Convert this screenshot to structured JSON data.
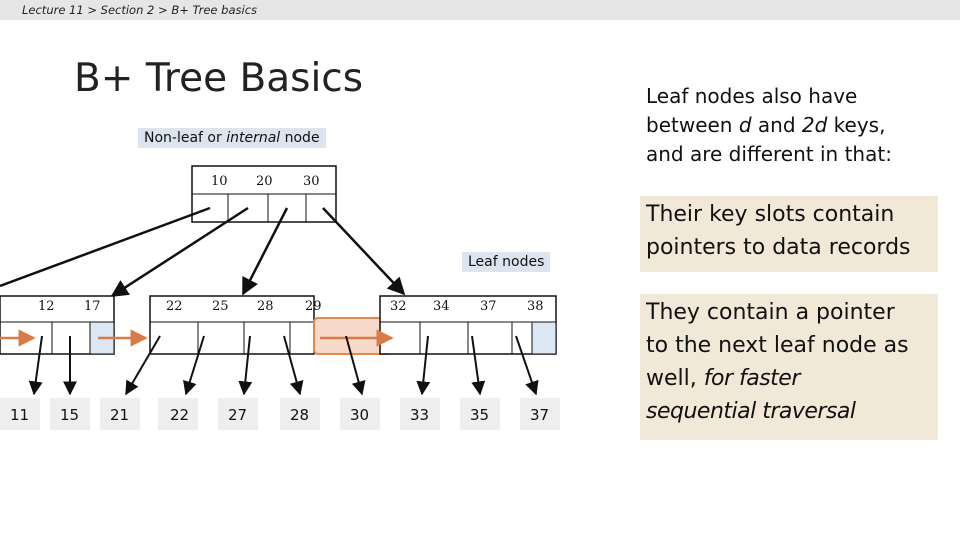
{
  "breadcrumb": {
    "lecture": "Lecture 11",
    "section": "Section 2",
    "topic": "B+ Tree basics",
    "separator": ">"
  },
  "title": "B+ Tree Basics",
  "labels": {
    "internal_prefix": "Non-leaf or ",
    "internal_italic": "internal",
    "internal_suffix": " node",
    "leaf": "Leaf nodes"
  },
  "note": {
    "line1": "Leaf nodes also have",
    "line2_a": "between ",
    "line2_d": "d",
    "line2_b": " and ",
    "line2_2d": "2d",
    "line2_c": " keys,",
    "line3": "and are different in that:"
  },
  "box1": {
    "line1": "Their key slots contain",
    "line2": "pointers to data records"
  },
  "box2": {
    "line1": "They contain a pointer",
    "line2": "to the next leaf node as",
    "line3_a": "well, ",
    "line3_b": "for faster",
    "line4": "sequential traversal"
  },
  "tree": {
    "internal_keys": [
      "10",
      "20",
      "30"
    ],
    "leaves": [
      {
        "keys": [
          "12",
          "17"
        ]
      },
      {
        "keys": [
          "22",
          "25",
          "28",
          "29"
        ]
      },
      {
        "keys": [
          "32",
          "34",
          "37",
          "38"
        ]
      }
    ],
    "records": [
      "11",
      "15",
      "21",
      "22",
      "27",
      "28",
      "30",
      "33",
      "35",
      "37"
    ]
  },
  "colors": {
    "highlight_fill": "#f7d9c9",
    "highlight_stroke": "#e08a52",
    "next_pointer_slot": "#dce8f4",
    "next_arrow": "#d97b46"
  }
}
